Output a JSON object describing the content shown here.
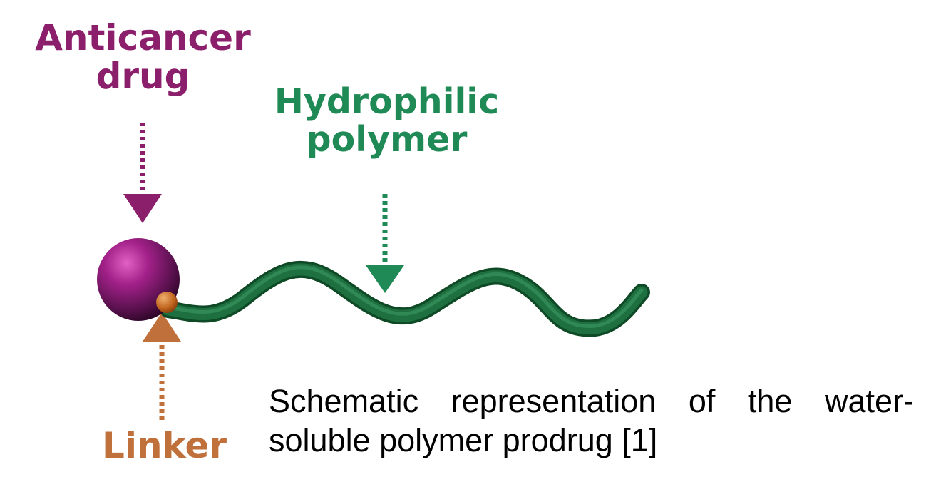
{
  "labels": {
    "drug": [
      "Anticancer",
      "drug"
    ],
    "polymer": [
      "Hydrophilic",
      "polymer"
    ],
    "linker": "Linker"
  },
  "caption": {
    "text": "Schematic representation of the water-soluble polymer prodrug [1]"
  },
  "colors": {
    "drug": "#8b1f6b",
    "polymer": "#1f8a55",
    "linker": "#c0703a",
    "polymer_chain": "#1d6a3a",
    "caption": "#000000"
  },
  "icons": {
    "drug_sphere": "sphere",
    "linker_bead": "bead",
    "polymer_chain": "wavy-chain",
    "arrows": "dotted-arrow"
  }
}
